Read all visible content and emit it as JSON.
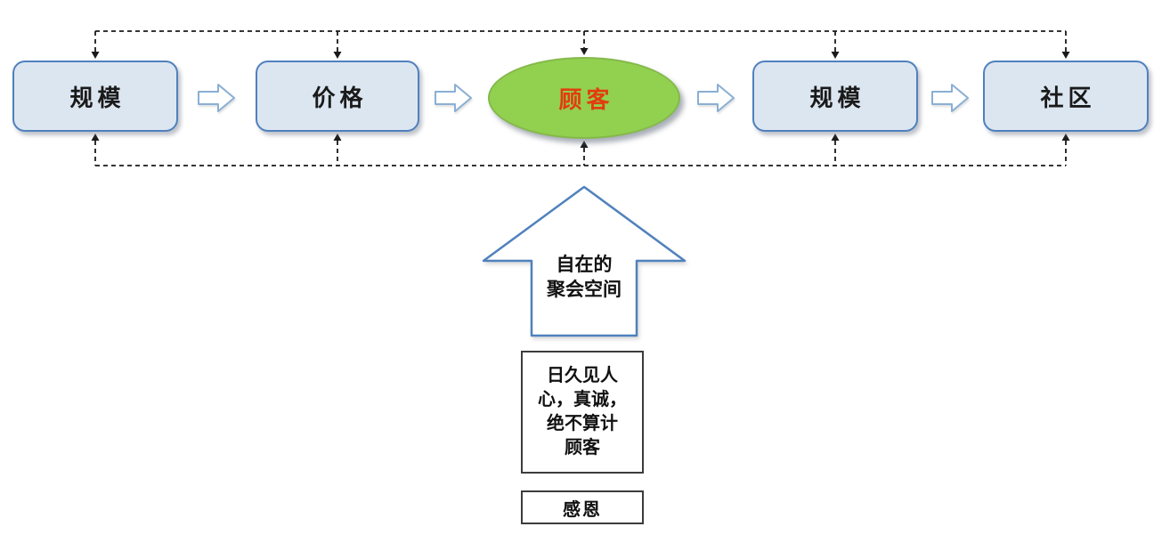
{
  "diagram": {
    "title": "customer-flow-diagram",
    "nodes": [
      {
        "id": "scale-1",
        "label": "规模",
        "shape": "rounded-rect"
      },
      {
        "id": "price",
        "label": "价格",
        "shape": "rounded-rect"
      },
      {
        "id": "customer",
        "label": "顾客",
        "shape": "ellipse"
      },
      {
        "id": "scale-2",
        "label": "规模",
        "shape": "rounded-rect"
      },
      {
        "id": "community",
        "label": "社区",
        "shape": "rounded-rect"
      }
    ],
    "flow_arrow_count": 4,
    "up_arrow_label": "自在的\n聚会空间",
    "notes": [
      {
        "id": "sincerity",
        "label": "日久见人\n心，真诚，\n绝不算计\n顾客"
      },
      {
        "id": "gratitude",
        "label": "感恩"
      }
    ],
    "colors": {
      "node_fill": "#dce6f1",
      "node_border": "#4f81bd",
      "ellipse_fill": "#92d050",
      "customer_text": "#e23d0e",
      "flow_arrow_border": "#8aafd4",
      "dashed_line": "#1a1a1a",
      "big_arrow_border": "#4f81bd",
      "note_border": "#3c3c3c"
    }
  }
}
